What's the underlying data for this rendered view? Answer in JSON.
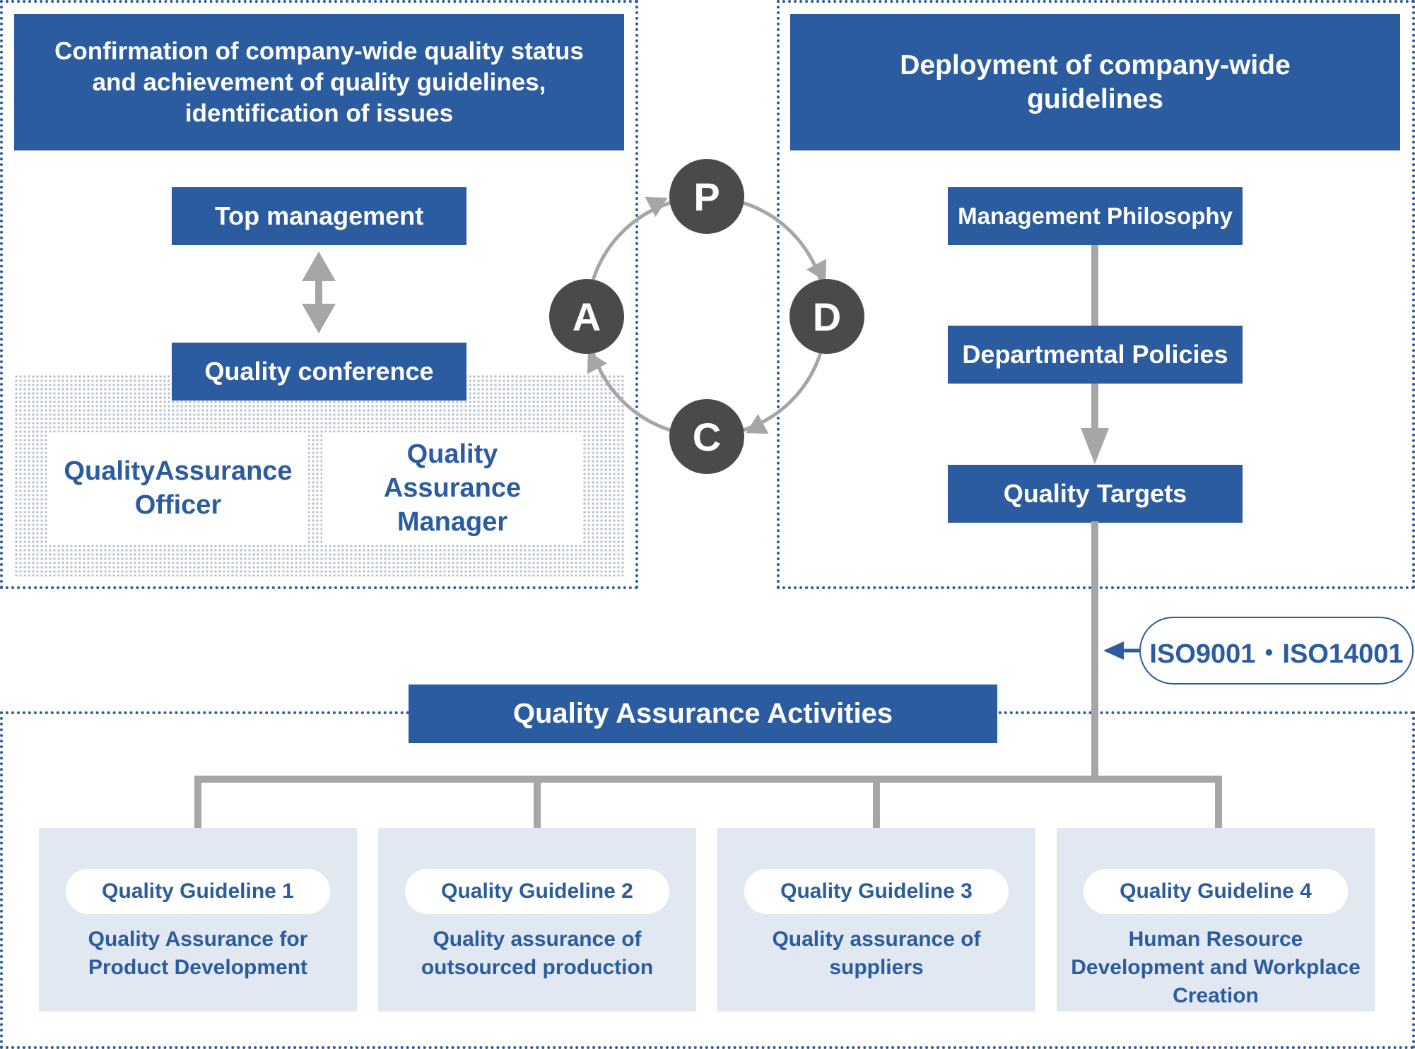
{
  "left_panel": {
    "header": "Confirmation of company-wide quality status and achievement of quality guidelines, identification of issues",
    "top_management": "Top management",
    "quality_conference": "Quality conference",
    "qa_officer": "QualityAssurance Officer",
    "qa_manager": "Quality Assurance Manager"
  },
  "pdca": {
    "p": "P",
    "d": "D",
    "c": "C",
    "a": "A"
  },
  "right_panel": {
    "header": "Deployment of company-wide guidelines",
    "management_philosophy": "Management Philosophy",
    "departmental_policies": "Departmental Policies",
    "quality_targets": "Quality Targets"
  },
  "iso_label": "ISO9001・ISO14001",
  "activities": {
    "title": "Quality Assurance Activities",
    "guidelines": [
      {
        "label": "Quality Guideline 1",
        "description": "Quality Assurance for Product Development"
      },
      {
        "label": "Quality Guideline 2",
        "description": "Quality assurance of outsourced production"
      },
      {
        "label": "Quality Guideline 3",
        "description": "Quality assurance of suppliers"
      },
      {
        "label": "Quality Guideline 4",
        "description": "Human Resource Development and Workplace Creation"
      }
    ]
  },
  "colors": {
    "brand_blue": "#2b5c9f",
    "pdca_circle": "#4a4a4a",
    "connector_gray": "#a6a6a6",
    "card_bg": "#e1e8f1"
  }
}
